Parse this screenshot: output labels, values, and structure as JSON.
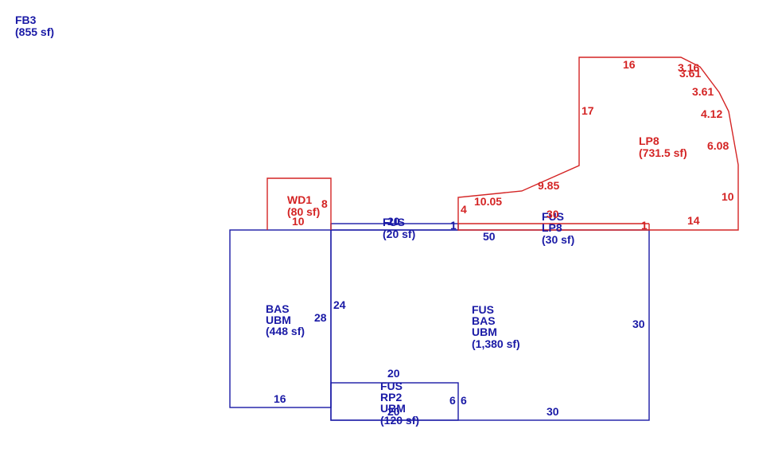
{
  "colors": {
    "blue": "#1a1aa6",
    "red": "#d42424",
    "background": "#ffffff"
  },
  "header": {
    "code": "FB3",
    "area": "(855 sf)"
  },
  "areas": {
    "wd1": {
      "lines": [
        "WD1",
        "(80 sf)"
      ]
    },
    "lp8": {
      "lines": [
        "LP8",
        "(731.5 sf)"
      ]
    },
    "fus_top": {
      "lines": [
        "FUS",
        "(20 sf)"
      ]
    },
    "fus_lp8": {
      "lines": [
        "FUS",
        "LP8",
        "(30 sf)"
      ]
    },
    "bas_ubm": {
      "lines": [
        "BAS",
        "UBM",
        "(448 sf)"
      ]
    },
    "fus_bas_ubm": {
      "lines": [
        "FUS",
        "BAS",
        "UBM",
        "(1,380 sf)"
      ]
    },
    "fus_rp2_ubm": {
      "lines": [
        "FUS",
        "RP2",
        "UBM",
        "(120 sf)"
      ]
    }
  },
  "dimensions": {
    "blue": [
      "20",
      "1",
      "50",
      "24",
      "28",
      "16",
      "30",
      "20",
      "6",
      "6",
      "20",
      "30"
    ],
    "red": [
      "8",
      "10",
      "16",
      "3.16",
      "3.61",
      "3.61",
      "4.12",
      "6.08",
      "10",
      "14",
      "17",
      "9.85",
      "10.05",
      "4",
      "30",
      "1"
    ]
  }
}
